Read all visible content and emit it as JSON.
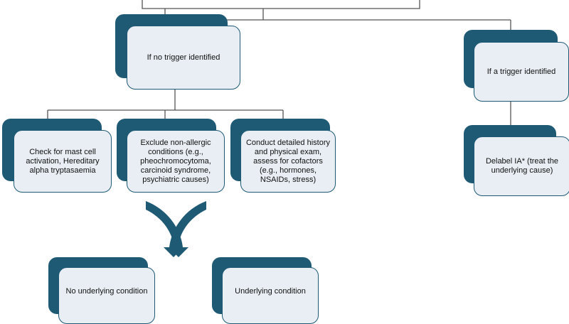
{
  "colors": {
    "accent": "#1f5a75",
    "box_fill": "#e8eef3",
    "line": "#555555"
  },
  "nodes": {
    "no_trigger": "If no trigger identified",
    "trigger": "If a trigger identified",
    "mast_cell": "Check for mast cell activation, Hereditary alpha tryptasaemia",
    "exclude": "Exclude non-allergic conditions (e.g., pheochromocytoma, carcinoid syndrome, psychiatric causes)",
    "history": "Conduct detailed history and physical exam, assess for cofactors (e.g., hormones, NSAIDs, stress)",
    "delabel": "Delabel IA* (treat the underlying cause)",
    "no_underlying": "No underlying condition",
    "underlying": "Underlying condition"
  },
  "icons": {
    "crossing_arrows": "crossing-arrows-icon"
  }
}
